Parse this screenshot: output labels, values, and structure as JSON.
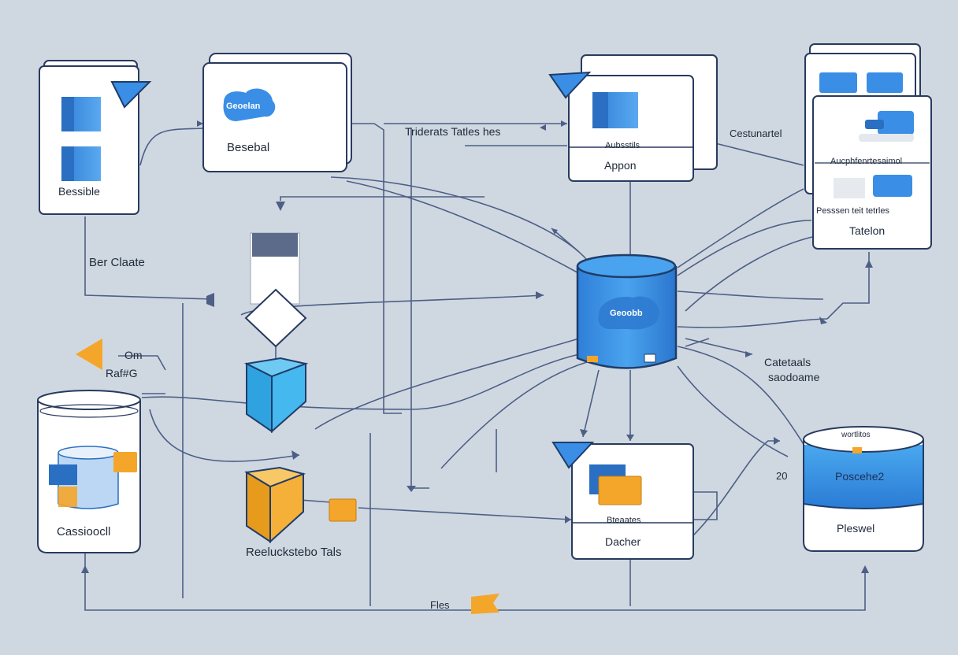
{
  "labels": {
    "card_top_left": "Bessible",
    "card_top_mid_badge": "Geoelan",
    "card_top_mid": "Besebal",
    "top_center": "Triderats  Tatles hes",
    "card_top_right_caption": "Aubsstils",
    "card_top_right": "Appon",
    "right_arrow_label": "Cestunartel",
    "stack_card_caption": "Aucphfenrtesaimol",
    "stack_card_line": "Pesssen teit tetrles",
    "stack_card": "Tatelon",
    "left_mid": "Ber Claate",
    "pointer_label": "Om",
    "left_side": "Raf#G",
    "left_cylinder": "Cassioocll",
    "center_cylinder": "Geoobb",
    "right_side_top": "Catetaals",
    "right_side_bottom": "saodoame",
    "bottom_mid": "Reeluckstebo Tals",
    "card_bottom_caption": "Bteaates",
    "card_bottom": "Dacher",
    "number_label": "20",
    "db_right_cap": "wortlitos",
    "db_right_top": "Poscehe2",
    "db_right": "Pleswel",
    "bottom_label": "Fles"
  },
  "colors": {
    "background": "#cfd8e1",
    "card": "#ffffff",
    "blue": "#3a8ee6",
    "light_blue": "#7fc0f0",
    "cyan": "#3ab4ec",
    "orange": "#f4a62a",
    "line": "#4e5f86"
  }
}
